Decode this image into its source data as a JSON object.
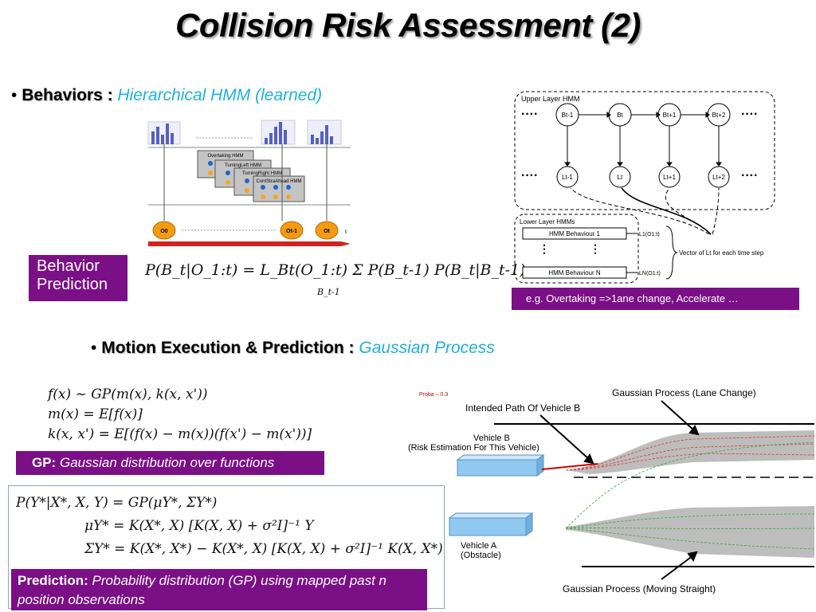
{
  "title": "Collision Risk Assessment (2)",
  "behaviors": {
    "bullet": "•",
    "label": "Behaviors :",
    "method": "Hierarchical HMM (learned)"
  },
  "hmm_left": {
    "layers": [
      "Overtaking HMM",
      "TurningLeft HMM",
      "TurningRight HMM",
      "ContStraAhead HMM"
    ],
    "obs_labels": [
      "O0",
      "Ot-1",
      "Ot"
    ],
    "t_label": "t"
  },
  "behavior_prediction": {
    "label": "Behavior Prediction",
    "equation": "P(B_t|O_1:t)  =  L_Bt(O_1:t) Σ P(B_t-1) P(B_t|B_t-1)",
    "sum_sub": "B_t-1"
  },
  "hmm_right": {
    "upper_label": "Upper Layer HMM",
    "b_nodes": [
      "Bt-1",
      "Bt",
      "Bt+1",
      "Bt+2"
    ],
    "l_nodes": [
      "Lt-1",
      "Lt",
      "Lt+1",
      "Lt+2"
    ],
    "lower_label": "Lower Layer HMMs",
    "behaviour1": "HMM Behaviour 1",
    "behaviourN": "HMM Behaviour N",
    "l1": "L1(O1:t)",
    "ln": "LN(O1:t)",
    "vector_text": "Vector of Lt for each time step",
    "example": "e.g. Overtaking =>1ane change, Accelerate …"
  },
  "motion": {
    "bullet": "•",
    "label": "Motion Execution & Prediction :",
    "method": "Gaussian Process"
  },
  "gp_equations": [
    "f(x)  ~  GP(m(x), k(x, x'))",
    "m(x)  =  E[f(x)]",
    "k(x, x')  =  E[(f(x) − m(x))(f(x') − m(x'))]"
  ],
  "gp_box": {
    "bold": "GP:",
    "text": "Gaussian distribution over functions"
  },
  "prediction_equations": [
    "P(Y*|X*, X, Y)  =  GP(μY*, ΣY*)",
    "μY*  =  K(X*, X) [K(X, X) + σ²I]⁻¹ Y",
    "ΣY*  =  K(X*, X*) − K(X*, X) [K(X, X) + σ²I]⁻¹ K(X, X*)"
  ],
  "prediction_box": {
    "bold": "Prediction:",
    "text": "Probability distribution (GP) using mapped past n position observations"
  },
  "gp_figure": {
    "proba": "Proba – 0.3",
    "lane_change": "Gaussian Process (Lane Change)",
    "intended_path": "Intended Path Of Vehicle B",
    "vehicle_b": "Vehicle B",
    "risk": "(Risk Estimation For This Vehicle)",
    "vehicle_a": "Vehicle A",
    "obstacle": "(Obstacle)",
    "moving_straight": "Gaussian Process  (Moving Straight)"
  }
}
